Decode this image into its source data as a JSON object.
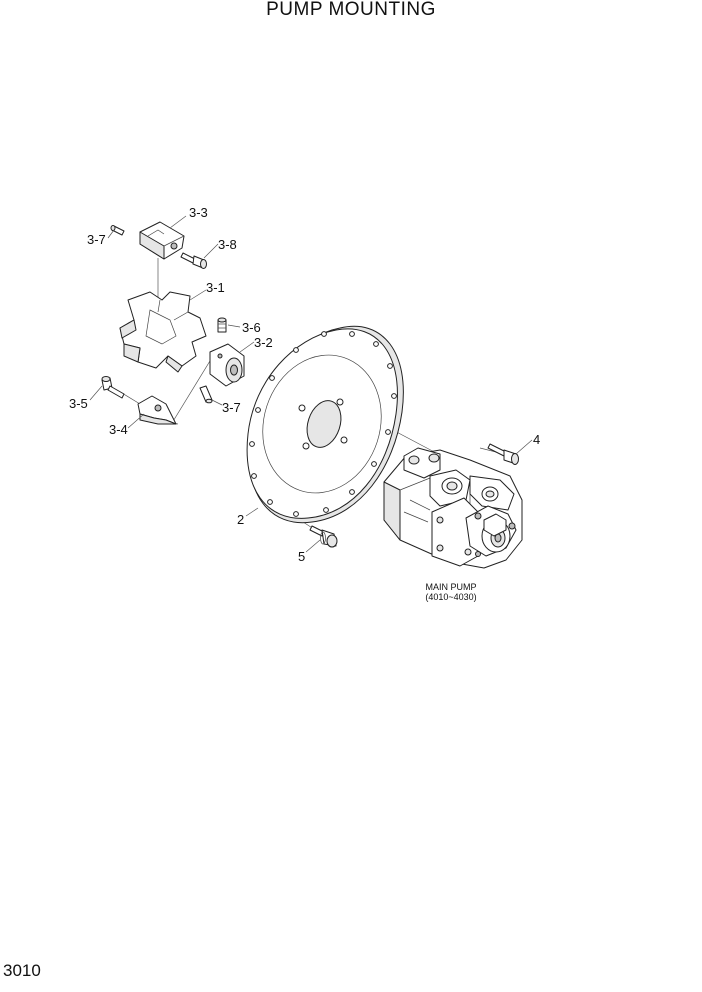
{
  "page": {
    "title": "PUMP MOUNTING",
    "page_number": "3010"
  },
  "callouts": {
    "c3_3": "3-3",
    "c3_7_top": "3-7",
    "c3_8": "3-8",
    "c3_1": "3-1",
    "c3_6": "3-6",
    "c3_2": "3-2",
    "c3_5": "3-5",
    "c3_7_mid": "3-7",
    "c3_4": "3-4",
    "c2": "2",
    "c5": "5",
    "c4": "4"
  },
  "main_pump": {
    "label": "MAIN PUMP",
    "range": "(4010~4030)"
  }
}
